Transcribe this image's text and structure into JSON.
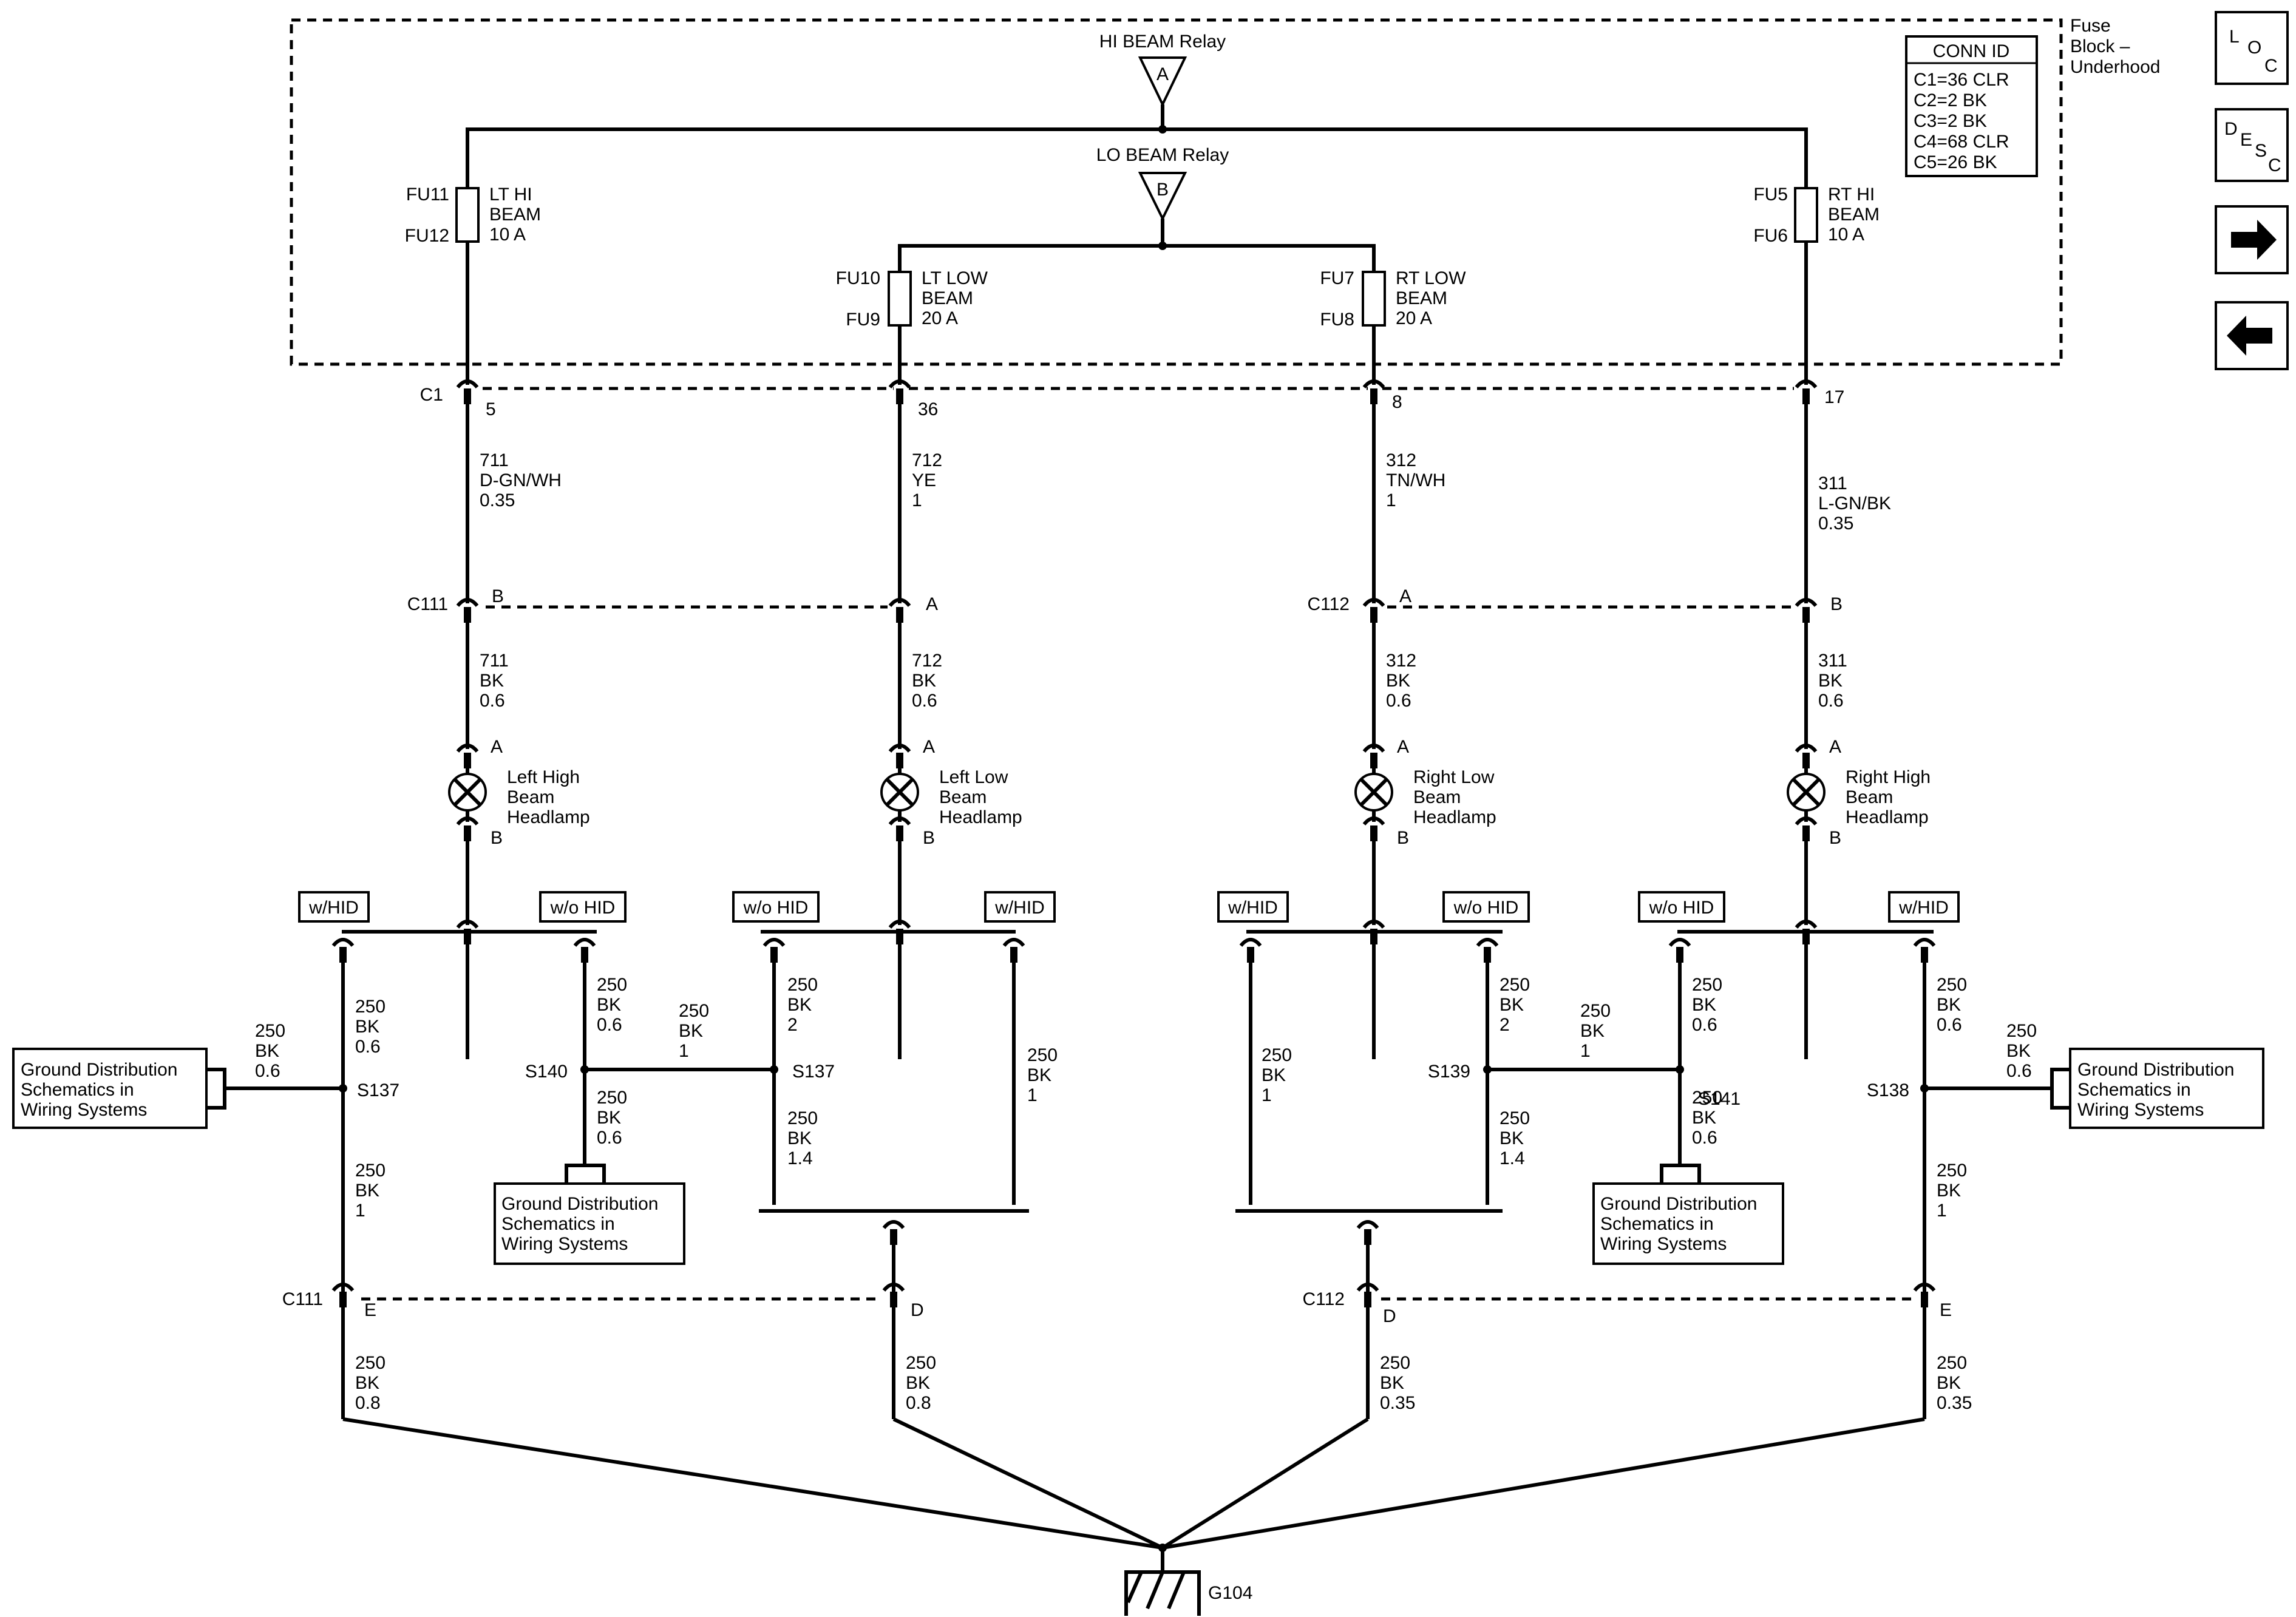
{
  "fuse_block": {
    "label": [
      "Fuse",
      "Block –",
      "Underhood"
    ]
  },
  "conn_id": {
    "title": "CONN ID",
    "rows": [
      "C1=36 CLR",
      "C2=2 BK",
      "C3=2 BK",
      "C4=68 CLR",
      "C5=26 BK"
    ]
  },
  "relays": {
    "hi": {
      "label": "HI BEAM Relay",
      "letter": "A"
    },
    "lo": {
      "label": "LO BEAM Relay",
      "letter": "B"
    }
  },
  "fuses": {
    "lt_hi": {
      "top": "FU11",
      "bottom": "FU12",
      "desc": [
        "LT HI",
        "BEAM",
        "10 A"
      ]
    },
    "lt_low": {
      "top": "FU10",
      "bottom": "FU9",
      "desc": [
        "LT LOW",
        "BEAM",
        "20 A"
      ]
    },
    "rt_low": {
      "top": "FU7",
      "bottom": "FU8",
      "desc": [
        "RT LOW",
        "BEAM",
        "20 A"
      ]
    },
    "rt_hi": {
      "top": "FU5",
      "bottom": "FU6",
      "desc": [
        "RT HI",
        "BEAM",
        "10 A"
      ]
    }
  },
  "c1": {
    "name": "C1",
    "pins": [
      "5",
      "36",
      "8",
      "17"
    ]
  },
  "upper_wires": [
    [
      "711",
      "D-GN/WH",
      "0.35"
    ],
    [
      "712",
      "YE",
      "1"
    ],
    [
      "312",
      "TN/WH",
      "1"
    ],
    [
      "311",
      "L-GN/BK",
      "0.35"
    ]
  ],
  "mid_connectors": {
    "c111": {
      "name": "C111",
      "pins": [
        "B",
        "A"
      ]
    },
    "c112": {
      "name": "C112",
      "pins": [
        "A",
        "B"
      ]
    }
  },
  "mid_wires": [
    [
      "711",
      "BK",
      "0.6"
    ],
    [
      "712",
      "BK",
      "0.6"
    ],
    [
      "312",
      "BK",
      "0.6"
    ],
    [
      "311",
      "BK",
      "0.6"
    ]
  ],
  "lamps": [
    {
      "label": [
        "Left High",
        "Beam",
        "Headlamp"
      ],
      "pin_top": "A",
      "pin_bottom": "B"
    },
    {
      "label": [
        "Left Low",
        "Beam",
        "Headlamp"
      ],
      "pin_top": "A",
      "pin_bottom": "B"
    },
    {
      "label": [
        "Right Low",
        "Beam",
        "Headlamp"
      ],
      "pin_top": "A",
      "pin_bottom": "B"
    },
    {
      "label": [
        "Right High",
        "Beam",
        "Headlamp"
      ],
      "pin_top": "A",
      "pin_bottom": "B"
    }
  ],
  "options": [
    "w/HID",
    "w/o HID",
    "w/o HID",
    "w/HID",
    "w/HID",
    "w/o HID",
    "w/o HID",
    "w/HID"
  ],
  "branch_wires": {
    "b1": [
      "250",
      "BK",
      "0.6"
    ],
    "b1_side": [
      "250",
      "BK",
      "0.6"
    ],
    "b1_low": [
      "250",
      "BK",
      "1"
    ],
    "b2": [
      "250",
      "BK",
      "0.6"
    ],
    "b2_low": [
      "250",
      "BK",
      "0.6"
    ],
    "b2_link": [
      "250",
      "BK",
      "1"
    ],
    "b3": [
      "250",
      "BK",
      "2"
    ],
    "b3_low": [
      "250",
      "BK",
      "1.4"
    ],
    "b4": [
      "250",
      "BK",
      "1"
    ],
    "b5": [
      "250",
      "BK",
      "1"
    ],
    "b6": [
      "250",
      "BK",
      "2"
    ],
    "b6_low": [
      "250",
      "BK",
      "1.4"
    ],
    "b6_link": [
      "250",
      "BK",
      "1"
    ],
    "b7": [
      "250",
      "BK",
      "0.6"
    ],
    "b7_low": [
      "250",
      "BK",
      "0.6"
    ],
    "b8": [
      "250",
      "BK",
      "0.6"
    ],
    "b8_side": [
      "250",
      "BK",
      "0.6"
    ],
    "b8_low": [
      "250",
      "BK",
      "1"
    ]
  },
  "splices": [
    "S137",
    "S140",
    "S137",
    "S139",
    "S141",
    "S138"
  ],
  "ground_boxes": {
    "lines": [
      "Ground Distribution",
      "Schematics in",
      "Wiring Systems"
    ]
  },
  "low_connectors": {
    "c111": {
      "name": "C111",
      "pins": [
        "E",
        "D"
      ]
    },
    "c112": {
      "name": "C112",
      "pins": [
        "D",
        "E"
      ]
    }
  },
  "ground_wires": [
    [
      "250",
      "BK",
      "0.8"
    ],
    [
      "250",
      "BK",
      "0.8"
    ],
    [
      "250",
      "BK",
      "0.35"
    ],
    [
      "250",
      "BK",
      "0.35"
    ]
  ],
  "ground": {
    "name": "G104"
  },
  "nav": {
    "loc": [
      "L",
      "O",
      "C"
    ],
    "desc": [
      "D",
      "E",
      "S",
      "C"
    ],
    "next_icon": "arrow-right-icon",
    "prev_icon": "arrow-left-icon"
  }
}
